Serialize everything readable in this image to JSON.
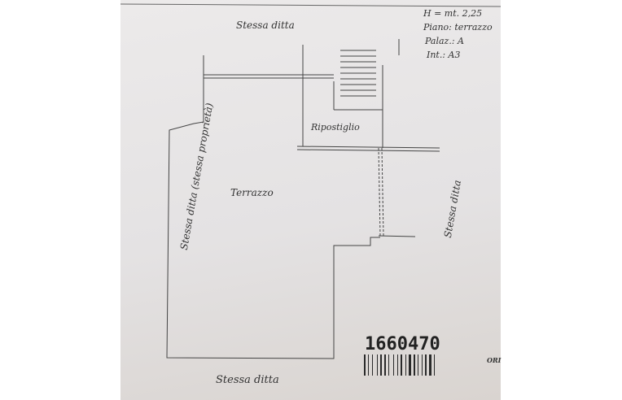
{
  "labels": {
    "top": "Stessa ditta",
    "left": "Stessa ditta (stessa proprietà)",
    "right": "Stessa ditta",
    "bottom": "Stessa ditta",
    "terrace": "Terrazzo",
    "storage": "Ripostiglio"
  },
  "info_block": {
    "height": "H = mt. 2,25",
    "floor": "Piano: terrazzo",
    "building": "Palaz.: A",
    "unit": "Int.: A3"
  },
  "barcode": {
    "number": "1660470"
  },
  "stamp_text": "ORI"
}
